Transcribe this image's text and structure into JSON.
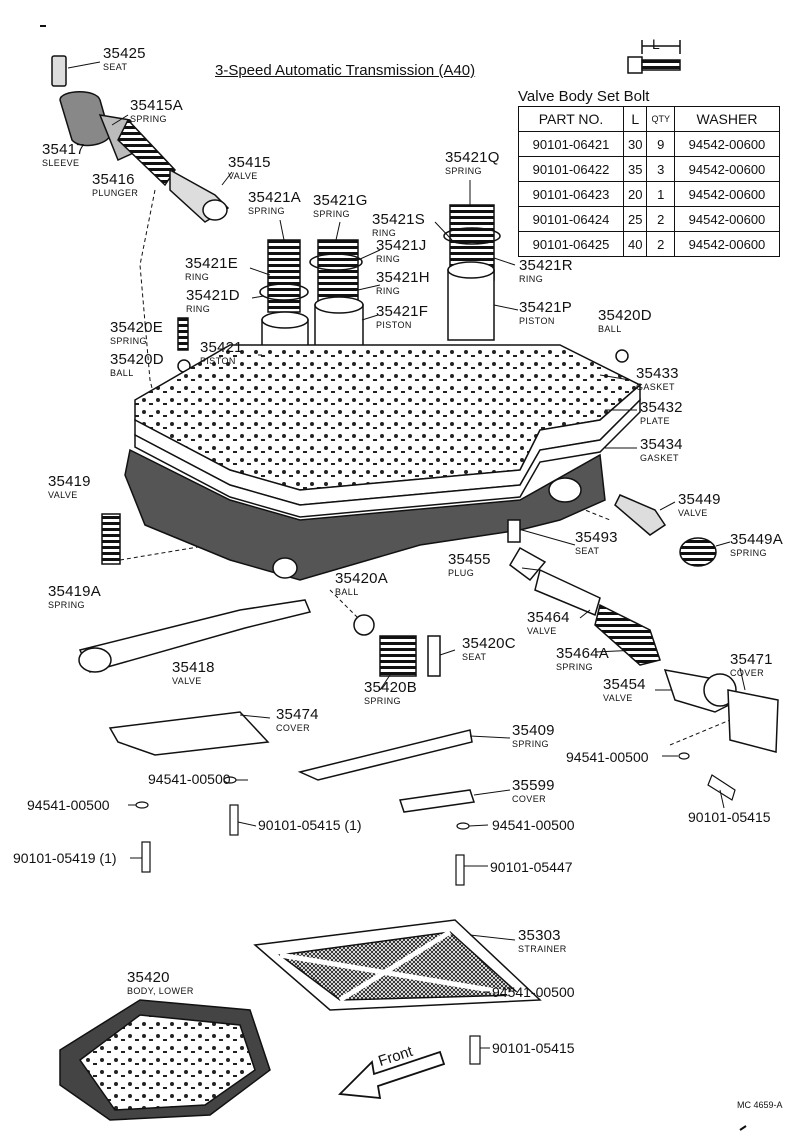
{
  "title": "3-Speed Automatic Transmission (A40)",
  "table": {
    "title": "Valve Body Set Bolt",
    "headers": [
      "PART NO.",
      "L",
      "QTY",
      "WASHER"
    ],
    "rows": [
      [
        "90101-06421",
        "30",
        "9",
        "94542-00600"
      ],
      [
        "90101-06422",
        "35",
        "3",
        "94542-00600"
      ],
      [
        "90101-06423",
        "20",
        "1",
        "94542-00600"
      ],
      [
        "90101-06424",
        "25",
        "2",
        "94542-00600"
      ],
      [
        "90101-06425",
        "40",
        "2",
        "94542-00600"
      ]
    ],
    "bolt_dimension_label": "L"
  },
  "parts": {
    "p35425": {
      "num": "35425",
      "name": "SEAT"
    },
    "p35415A": {
      "num": "35415A",
      "name": "SPRING"
    },
    "p35417": {
      "num": "35417",
      "name": "SLEEVE"
    },
    "p35416": {
      "num": "35416",
      "name": "PLUNGER"
    },
    "p35415": {
      "num": "35415",
      "name": "VALVE"
    },
    "p35421Q": {
      "num": "35421Q",
      "name": "SPRING"
    },
    "p35421A": {
      "num": "35421A",
      "name": "SPRING"
    },
    "p35421G": {
      "num": "35421G",
      "name": "SPRING"
    },
    "p35421S": {
      "num": "35421S",
      "name": "RING"
    },
    "p35421J": {
      "num": "35421J",
      "name": "RING"
    },
    "p35421E": {
      "num": "35421E",
      "name": "RING"
    },
    "p35421H": {
      "num": "35421H",
      "name": "RING"
    },
    "p35421R": {
      "num": "35421R",
      "name": "RING"
    },
    "p35421D": {
      "num": "35421D",
      "name": "RING"
    },
    "p35421F": {
      "num": "35421F",
      "name": "PISTON"
    },
    "p35421P": {
      "num": "35421P",
      "name": "PISTON"
    },
    "p35420E": {
      "num": "35420E",
      "name": "SPRING"
    },
    "p35420D_right": {
      "num": "35420D",
      "name": "BALL"
    },
    "p35421": {
      "num": "35421",
      "name": "PISTON"
    },
    "p35420D_left": {
      "num": "35420D",
      "name": "BALL"
    },
    "p35433": {
      "num": "35433",
      "name": "GASKET"
    },
    "p35432": {
      "num": "35432",
      "name": "PLATE"
    },
    "p35434": {
      "num": "35434",
      "name": "GASKET"
    },
    "p35419": {
      "num": "35419",
      "name": "VALVE"
    },
    "p35449": {
      "num": "35449",
      "name": "VALVE"
    },
    "p35449A": {
      "num": "35449A",
      "name": "SPRING"
    },
    "p35493": {
      "num": "35493",
      "name": "SEAT"
    },
    "p35455": {
      "num": "35455",
      "name": "PLUG"
    },
    "p35419A": {
      "num": "35419A",
      "name": "SPRING"
    },
    "p35420A": {
      "num": "35420A",
      "name": "BALL"
    },
    "p35464": {
      "num": "35464",
      "name": "VALVE"
    },
    "p35420C": {
      "num": "35420C",
      "name": "SEAT"
    },
    "p35464A": {
      "num": "35464A",
      "name": "SPRING"
    },
    "p35471": {
      "num": "35471",
      "name": "COVER"
    },
    "p35418": {
      "num": "35418",
      "name": "VALVE"
    },
    "p35420B": {
      "num": "35420B",
      "name": "SPRING"
    },
    "p35454": {
      "num": "35454",
      "name": "VALVE"
    },
    "p35474": {
      "num": "35474",
      "name": "COVER"
    },
    "p35409": {
      "num": "35409",
      "name": "SPRING"
    },
    "p35599": {
      "num": "35599",
      "name": "COVER"
    },
    "p35303": {
      "num": "35303",
      "name": "STRAINER"
    },
    "p35420": {
      "num": "35420",
      "name": "BODY, LOWER"
    }
  },
  "bolts": {
    "b1": "94541-00500",
    "b2": "94541-00500",
    "b3": "94541-00500",
    "b4": "94541-00500",
    "b5": "94541-00500",
    "b6": "90101-05415 (1)",
    "b7": "90101-05419 (1)",
    "b8": "90101-05447",
    "b9": "90101-05415",
    "b10": "90101-05415"
  },
  "front_label": "Front",
  "ref_code": "MC 4659-A"
}
